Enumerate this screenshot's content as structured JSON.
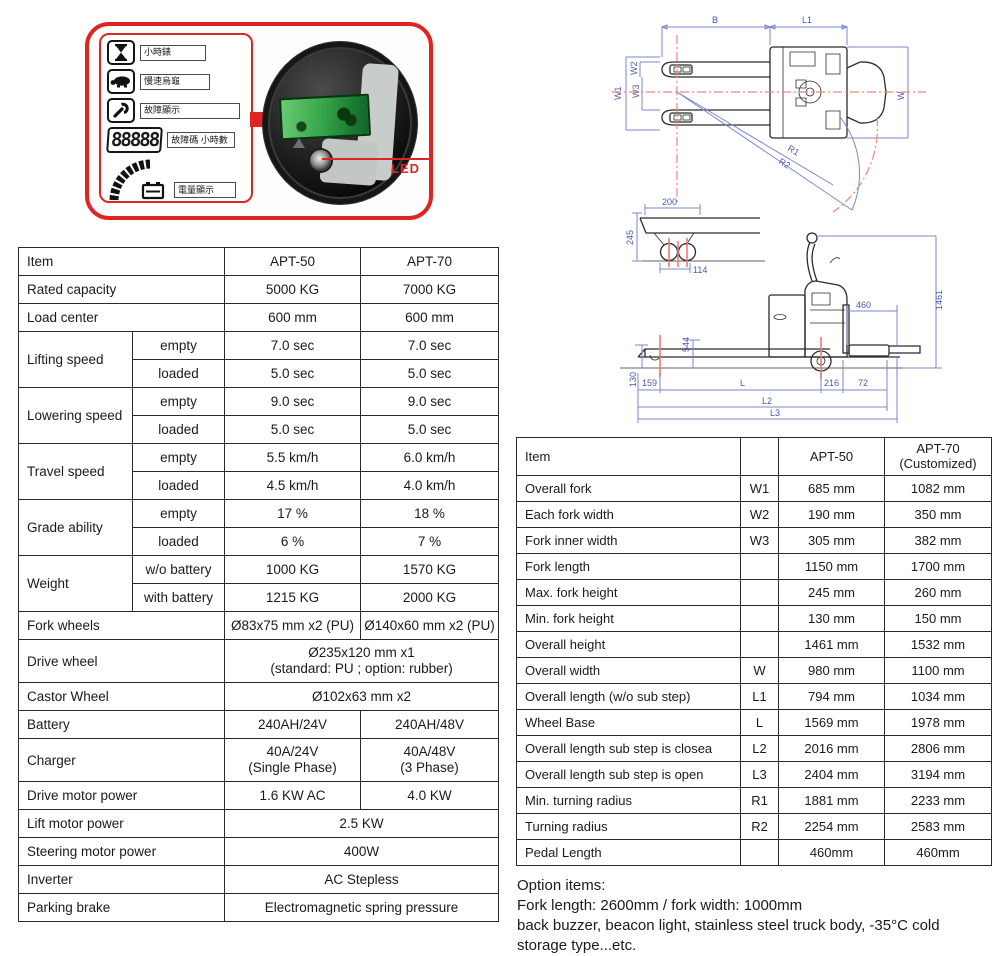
{
  "colors": {
    "accent_red": "#e02421",
    "blueprint_blue": "#7b87cf",
    "centerline_red": "#f2837c",
    "screen_green": "#2f9c42"
  },
  "display_figure": {
    "legend": {
      "hour_meter_label": "小時錶",
      "slow_mode_label": "慢速烏龜",
      "fault_display_label": "故障顯示",
      "digits": "88888",
      "fault_code_label": "故障碼 小時數",
      "battery_level_label": "電量顯示",
      "icons": [
        "hourglass-icon",
        "turtle-icon",
        "wrench-icon",
        "battery-gauge-icon",
        "battery-icon"
      ]
    },
    "led_label": "LED"
  },
  "drawings": {
    "top_view": {
      "b": "B",
      "l1": "L1",
      "w1": "W1",
      "w2": "W2",
      "w3": "W3",
      "w": "W",
      "r1": "R1",
      "r2": "R2"
    },
    "side_view": {
      "d200": "200",
      "d245": "245",
      "d114": "114",
      "d460": "460",
      "d1461": "1461",
      "d544": "544",
      "d130": "130",
      "d159": "159",
      "l": "L",
      "d216": "216",
      "d72": "72",
      "l2": "L2",
      "l3": "L3"
    }
  },
  "spec_table": {
    "rows": [
      {
        "label": "Item",
        "v1": "APT-50",
        "v2": "APT-70"
      },
      {
        "label": "Rated capacity",
        "v1": "5000 KG",
        "v2": "7000 KG"
      },
      {
        "label": "Load center",
        "v1": "600 mm",
        "v2": "600 mm"
      },
      {
        "label": "Lifting speed",
        "sub": "empty",
        "v1": "7.0 sec",
        "v2": "7.0 sec"
      },
      {
        "sub": "loaded",
        "v1": "5.0 sec",
        "v2": "5.0 sec"
      },
      {
        "label": "Lowering speed",
        "sub": "empty",
        "v1": "9.0 sec",
        "v2": "9.0 sec"
      },
      {
        "sub": "loaded",
        "v1": "5.0 sec",
        "v2": "5.0 sec"
      },
      {
        "label": "Travel speed",
        "sub": "empty",
        "v1": "5.5 km/h",
        "v2": "6.0 km/h"
      },
      {
        "sub": "loaded",
        "v1": "4.5 km/h",
        "v2": "4.0 km/h"
      },
      {
        "label": "Grade ability",
        "sub": "empty",
        "v1": "17 %",
        "v2": "18 %"
      },
      {
        "sub": "loaded",
        "v1": "6 %",
        "v2": "7 %"
      },
      {
        "label": "Weight",
        "sub": "w/o battery",
        "v1": "1000 KG",
        "v2": "1570 KG"
      },
      {
        "sub": "with battery",
        "v1": "1215 KG",
        "v2": "2000 KG"
      },
      {
        "label": "Fork wheels",
        "v1": "Ø83x75 mm x2 (PU)",
        "v2": "Ø140x60 mm x2 (PU)"
      },
      {
        "label": "Drive wheel",
        "span": "Ø235x120 mm x1\n(standard: PU ; option: rubber)"
      },
      {
        "label": "Castor Wheel",
        "span": "Ø102x63 mm x2"
      },
      {
        "label": "Battery",
        "v1": "240AH/24V",
        "v2": "240AH/48V"
      },
      {
        "label": "Charger",
        "v1": "40A/24V\n(Single Phase)",
        "v2": "40A/48V\n(3 Phase)"
      },
      {
        "label": "Drive motor power",
        "v1": "1.6 KW  AC",
        "v2": "4.0 KW"
      },
      {
        "label": "Lift motor power",
        "span": "2.5 KW"
      },
      {
        "label": "Steering motor power",
        "span": "400W"
      },
      {
        "label": "Inverter",
        "span": "AC Stepless"
      },
      {
        "label": "Parking brake",
        "span": "Electromagnetic spring pressure"
      }
    ]
  },
  "dim_table": {
    "header": {
      "item": "Item",
      "sym": "",
      "c1": "APT-50",
      "c2": "APT-70\n(Customized)"
    },
    "rows": [
      {
        "label": "Overall fork",
        "sym": "W1",
        "v1": "685 mm",
        "v2": "1082 mm"
      },
      {
        "label": "Each fork width",
        "sym": "W2",
        "v1": "190 mm",
        "v2": "350 mm"
      },
      {
        "label": "Fork inner width",
        "sym": "W3",
        "v1": "305 mm",
        "v2": "382 mm"
      },
      {
        "label": "Fork length",
        "sym": "",
        "v1": "1150 mm",
        "v2": "1700 mm"
      },
      {
        "label": "Max. fork height",
        "sym": "",
        "v1": "245 mm",
        "v2": "260 mm"
      },
      {
        "label": "Min. fork height",
        "sym": "",
        "v1": "130 mm",
        "v2": "150 mm"
      },
      {
        "label": "Overall height",
        "sym": "",
        "v1": "1461 mm",
        "v2": "1532 mm"
      },
      {
        "label": "Overall width",
        "sym": "W",
        "v1": "980 mm",
        "v2": "1100 mm"
      },
      {
        "label": "Overall length (w/o sub step)",
        "sym": "L1",
        "v1": "794 mm",
        "v2": "1034 mm"
      },
      {
        "label": "Wheel Base",
        "sym": "L",
        "v1": "1569 mm",
        "v2": "1978 mm"
      },
      {
        "label": "Overall length sub step is closea",
        "sym": "L2",
        "v1": "2016 mm",
        "v2": "2806 mm"
      },
      {
        "label": "Overall length sub step is open",
        "sym": "L3",
        "v1": "2404 mm",
        "v2": "3194 mm"
      },
      {
        "label": "Min. turning radius",
        "sym": "R1",
        "v1": "1881 mm",
        "v2": "2233 mm"
      },
      {
        "label": "Turning radius",
        "sym": "R2",
        "v1": "2254 mm",
        "v2": "2583 mm"
      },
      {
        "label": "Pedal Length",
        "sym": "",
        "v1": "460mm",
        "v2": "460mm"
      }
    ]
  },
  "options": {
    "line1": "Option items:",
    "line2": "Fork length: 2600mm / fork width: 1000mm",
    "line3": "back buzzer, beacon light, stainless steel truck body, -35°C cold storage type...etc."
  }
}
